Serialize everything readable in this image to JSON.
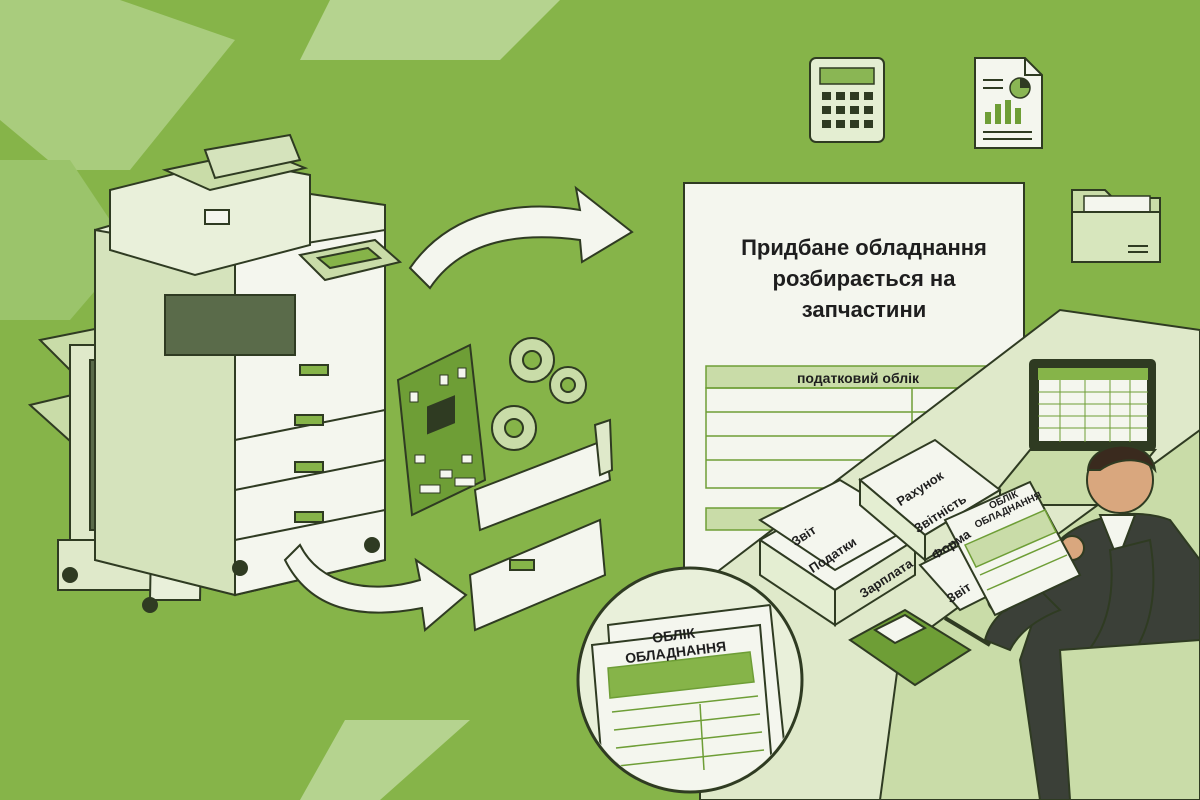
{
  "colors": {
    "background": "#86b449",
    "accent_green": "#6e9e36",
    "light_green": "#c9dca8",
    "paper": "#f4f6ee",
    "outline": "#2f3b22"
  },
  "main_sheet": {
    "title": "Придбане обладнання розбирається на запчастини",
    "table_header": "податковий облік"
  },
  "paper_stacks": [
    {
      "lines": [
        "Звіт",
        "Податки"
      ]
    },
    {
      "lines": [
        "Зарплата"
      ]
    },
    {
      "lines": [
        "Рахунок",
        "Звітність",
        "Форма"
      ]
    },
    {
      "lines": [
        "Звіт"
      ]
    }
  ],
  "held_document": {
    "label": "ОБЛІК ОБЛАДНАННЯ"
  },
  "zoom_document": {
    "label": "ОБЛІК ОБЛАДНАННЯ"
  },
  "icons": [
    "calculator-icon",
    "report-chart-icon",
    "folder-icon",
    "gear-icon",
    "arrow-icon"
  ]
}
